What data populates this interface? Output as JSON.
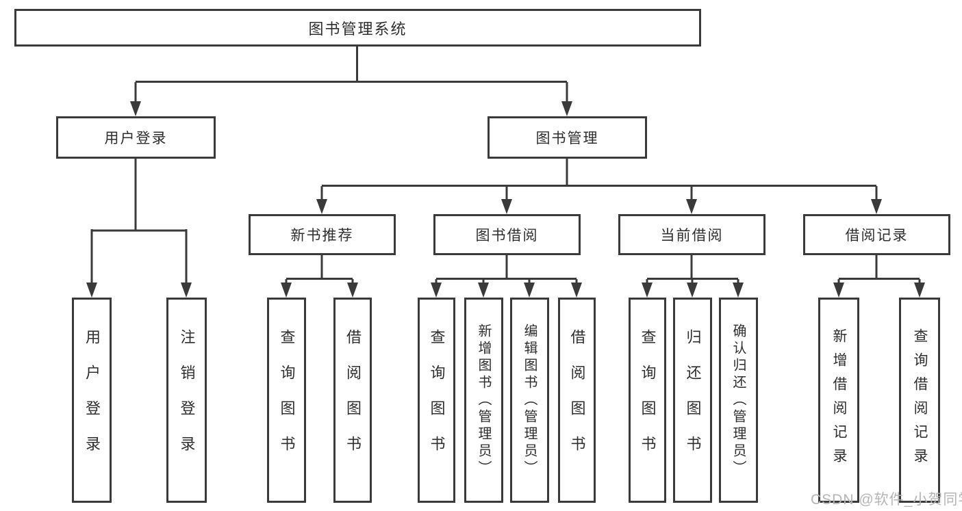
{
  "diagram": {
    "root_label": "图书管理系统",
    "level1": [
      "用户登录",
      "图书管理"
    ],
    "level2": [
      "新书推荐",
      "图书借阅",
      "当前借阅",
      "借阅记录"
    ],
    "group_user_login": [
      "用户登录",
      "注销登录"
    ],
    "group_new_book": [
      "查询图书",
      "借阅图书"
    ],
    "group_book_borrow": [
      "查询图书",
      "新增图书（管理员）",
      "编辑图书（管理员）",
      "借阅图书"
    ],
    "group_current_borrow": [
      "查询图书",
      "归还图书",
      "确认归还（管理员）"
    ],
    "group_borrow_record": [
      "新增借阅记录",
      "查询借阅记录"
    ],
    "watermark": "CSDN @软件_小贺同学",
    "colors": {
      "line": "#3a3a3a",
      "text": "#2e2e2e",
      "watermark": "#b5b5b5",
      "background": "#ffffff"
    }
  }
}
